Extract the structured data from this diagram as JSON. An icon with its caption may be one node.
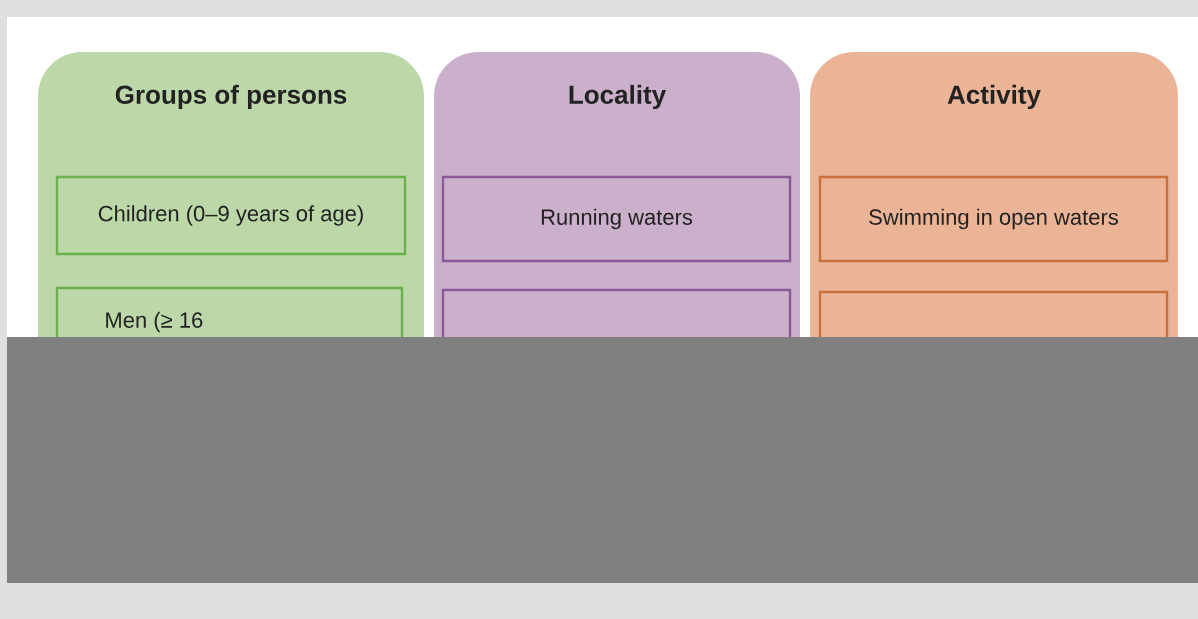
{
  "diagram": {
    "nodes": [
      {
        "text": [
          "Groups of persons"
        ]
      },
      {
        "text": [
          "Locality"
        ]
      },
      {
        "text": [
          "Activity"
        ]
      },
      {
        "text": [
          "Children (0–9 years of age)"
        ],
        "in": 0
      },
      {
        "text": [
          "Running waters"
        ],
        "in": 1
      },
      {
        "text": [
          "Swimming in open waters"
        ],
        "in": 2
      },
      {
        "text": [
          "Men (≥ 16"
        ],
        "in": 0
      },
      {
        "text": [],
        "shape": "box",
        "in": 1
      },
      {
        "text": [],
        "shape": "box",
        "in": 2
      }
    ]
  }
}
